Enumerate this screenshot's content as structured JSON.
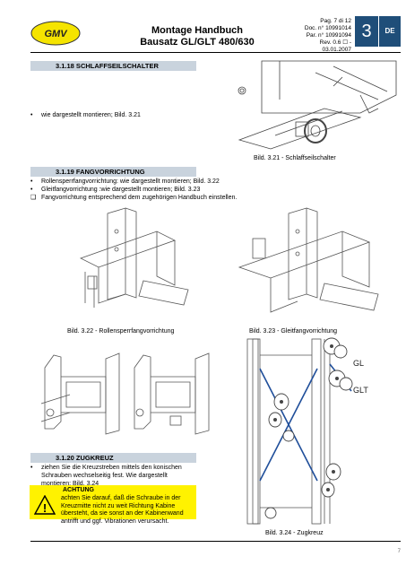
{
  "header": {
    "logo_text": "GMV",
    "title_line1": "Montage Handbuch",
    "title_line2": "Bausatz GL/GLT 480/630",
    "page": "Pag. 7 di 12",
    "doc_no": "Doc. n° 10991014",
    "par_no": "Par. n° 10991094",
    "rev": "Rev. 0.6 ☐ - 03.01.2007",
    "chapter": "3",
    "lang": "DE"
  },
  "sections": {
    "s1_title": "3.1.18 SCHLAFFSEILSCHALTER",
    "s1_bullet": "wie dargestellt montieren; Bild. 3.21",
    "s1_caption": "Bild. 3.21 - Schlaffseilschalter",
    "s2_title": "3.1.19 FANGVORRICHTUNG",
    "s2_b1": "Rollensperrfangvorrichtung: wie dargestellt montieren; Bild. 3.22",
    "s2_b2": "Gleitfangvorrichtung :wie dargestellt montieren; Bild. 3.23",
    "s2_b3": "Fangvorrichtung entsprechend dem zugehörigen Handbuch einstellen.",
    "cap_322": "Bild. 3.22 - Rollensperrfangvorrichtung",
    "cap_323": "Bild. 3.23 - Gleitfangvorrichtung",
    "s3_title": "3.1.20 ZUGKREUZ",
    "s3_bullet_l1": "ziehen Sie die Kreuzstreben mittels den konischen",
    "s3_bullet_l2": "Schrauben wechselseitig fest. Wie dargestellt",
    "s3_bullet_l3": "montieren; Bild. 3.24",
    "warn_title": "ACHTUNG",
    "warn_l1": "achten Sie darauf, daß die Schraube in der",
    "warn_l2": "Kreuzmitte nicht zu weit Richtung Kabine",
    "warn_l3": "übersteht, da sie sonst an der Kabinenwand",
    "warn_l4": "antrifft und ggf. Vibrationen verursacht.",
    "cap_324": "Bild. 3.24 - Zugkreuz",
    "label_gl": "GL",
    "label_glt": "GLT"
  },
  "footer": {
    "page_num": "7"
  }
}
